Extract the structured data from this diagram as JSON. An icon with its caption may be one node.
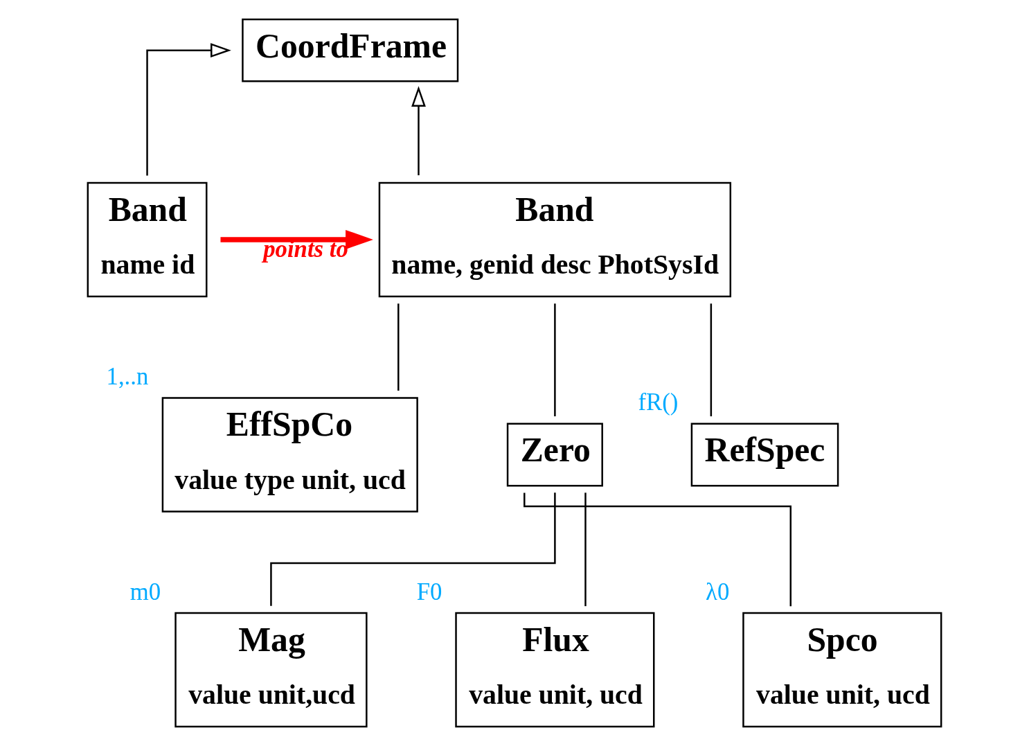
{
  "diagram": {
    "nodes": [
      {
        "text": [
          "CoordFrame"
        ]
      },
      {
        "text": [
          "Band",
          "name, genid desc PhotSysId"
        ]
      },
      {
        "text": [
          "Band",
          "name id"
        ]
      },
      {
        "text": [
          "EffSpCo",
          "value type unit, ucd"
        ],
        "beside": [
          "1,..n"
        ]
      },
      {
        "text": [
          "Zero"
        ]
      },
      {
        "text": [
          "RefSpec"
        ],
        "beside": [
          "fR()"
        ]
      },
      {
        "text": [
          "Mag",
          "value unit,ucd"
        ],
        "beside": [
          "m0"
        ]
      },
      {
        "text": [
          "Flux",
          "value unit, ucd"
        ],
        "beside": [
          "F0"
        ]
      },
      {
        "text": [
          "Spco",
          "value unit, ucd"
        ],
        "beside": [
          "λ0"
        ]
      }
    ],
    "edges": [
      {
        "from": 1,
        "to": 0,
        "arrow": "to"
      },
      {
        "from": 2,
        "to": 0,
        "arrow": "to"
      },
      {
        "from": 2,
        "to": 1,
        "arrow": "to",
        "label": "points to",
        "color": "#ff0000",
        "style": "thick"
      },
      {
        "from": 1,
        "to": 3,
        "arrow": "none"
      },
      {
        "from": 1,
        "to": 4,
        "arrow": "none"
      },
      {
        "from": 1,
        "to": 5,
        "arrow": "none"
      },
      {
        "from": 4,
        "to": 6,
        "arrow": "none"
      },
      {
        "from": 4,
        "to": 7,
        "arrow": "none"
      },
      {
        "from": 4,
        "to": 8,
        "arrow": "none"
      }
    ]
  }
}
